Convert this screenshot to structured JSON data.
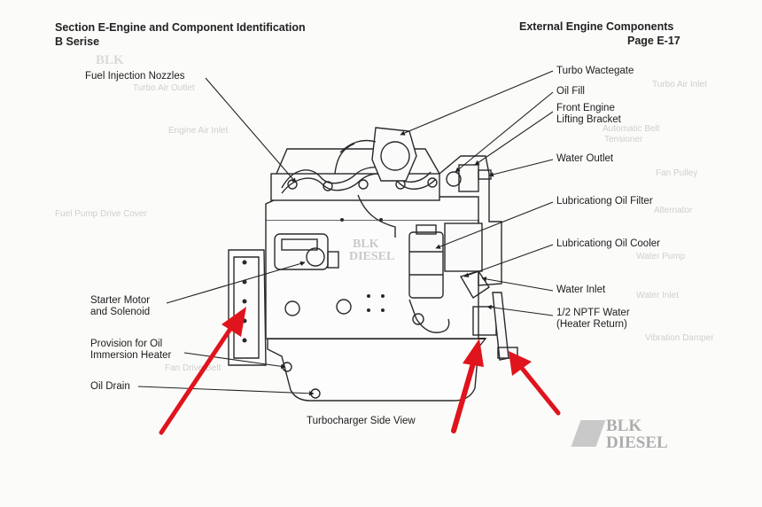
{
  "header": {
    "section_title": "Section E-Engine and Component Identification",
    "series": "B Serise",
    "right_title": "External Engine Components",
    "page_number": "Page E-17"
  },
  "labels": {
    "fuel_injection_nozzles": "Fuel Injection Nozzles",
    "starter_motor": "Starter Motor\nand Solenoid",
    "oil_immersion_heater": "Provision for Oil\nImmersion Heater",
    "oil_drain": "Oil Drain",
    "turbo_wastegate": "Turbo Wactegate",
    "oil_fill": "Oil Fill",
    "front_lifting_bracket": "Front Engine\nLifting Bracket",
    "water_outlet": "Water Outlet",
    "oil_filter": "Lubricationg Oil Filter",
    "oil_cooler": "Lubricationg Oil Cooler",
    "water_inlet": "Water Inlet",
    "npt_water": "1/2 NPTF Water\n(Heater Return)"
  },
  "caption": "Turbocharger Side View",
  "watermark": {
    "top": "BLK",
    "bottom": "DIESEL"
  },
  "colors": {
    "arrow": "#e0141c",
    "ink": "#2a2a2a",
    "watermark": "#b5b5b5"
  }
}
